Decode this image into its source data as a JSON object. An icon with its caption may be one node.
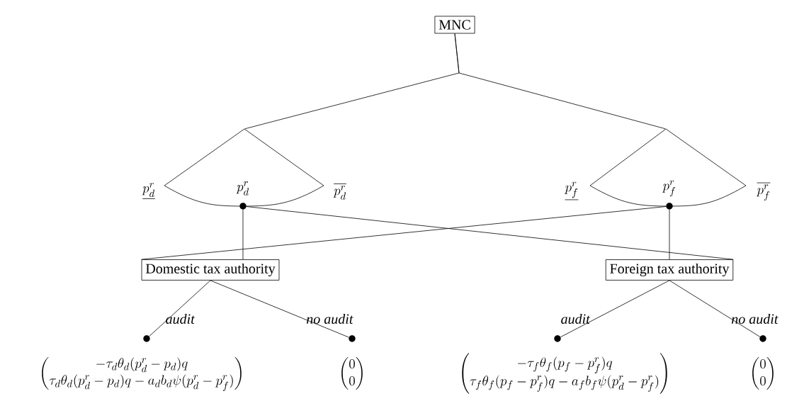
{
  "diagram": {
    "nodes": [
      {
        "text": [
          "MNC"
        ]
      },
      {
        "text": [],
        "shape": "fan"
      },
      {
        "text": [],
        "shape": "fan"
      },
      {
        "text": [],
        "shape": "circle"
      },
      {
        "text": [],
        "shape": "circle"
      },
      {
        "text": [
          "Domestic tax authority"
        ]
      },
      {
        "text": [
          "Foreign tax authority"
        ]
      },
      {
        "text": [],
        "shape": "circle",
        "beside": [
          "\\begin{pmatrix}-\\tau_d\\theta_d(p^r_d-p_d)q\\\\ \\tau_d\\theta_d(p^r_d-p_d)q-a_db_d\\psi(p^r_d-p^r_f)\\end{pmatrix}"
        ]
      },
      {
        "text": [],
        "shape": "circle",
        "beside": [
          "\\begin{pmatrix}0\\\\ 0\\end{pmatrix}"
        ]
      },
      {
        "text": [],
        "shape": "circle",
        "beside": [
          "\\begin{pmatrix}-\\tau_f\\theta_f(p_f-p^r_f)q\\\\ \\tau_f\\theta_f(p_f-p^r_f)q-a_fb_f\\psi(p^r_d-p^r_f)\\end{pmatrix}"
        ]
      },
      {
        "text": [],
        "shape": "circle",
        "beside": [
          "\\begin{pmatrix}0\\\\ 0\\end{pmatrix}"
        ]
      }
    ],
    "edges": [
      {
        "from": 0,
        "to": 1,
        "arrow": "none"
      },
      {
        "from": 0,
        "to": 2,
        "arrow": "none"
      },
      {
        "from": 3,
        "to": 5,
        "arrow": "none"
      },
      {
        "from": 3,
        "to": 6,
        "arrow": "none"
      },
      {
        "from": 4,
        "to": 5,
        "arrow": "none"
      },
      {
        "from": 4,
        "to": 6,
        "arrow": "none"
      },
      {
        "from": 5,
        "to": 7,
        "arrow": "none",
        "label": "audit"
      },
      {
        "from": 5,
        "to": 8,
        "arrow": "none",
        "label": "no audit"
      },
      {
        "from": 6,
        "to": 9,
        "arrow": "none",
        "label": "audit"
      },
      {
        "from": 6,
        "to": 10,
        "arrow": "none",
        "label": "no audit"
      }
    ],
    "labels": [
      "\\underline{p^r_d}",
      "p^r_d",
      "\\overline{p^r_d}",
      "\\underline{p^r_f}",
      "p^r_f",
      "\\overline{p^r_f}"
    ]
  }
}
